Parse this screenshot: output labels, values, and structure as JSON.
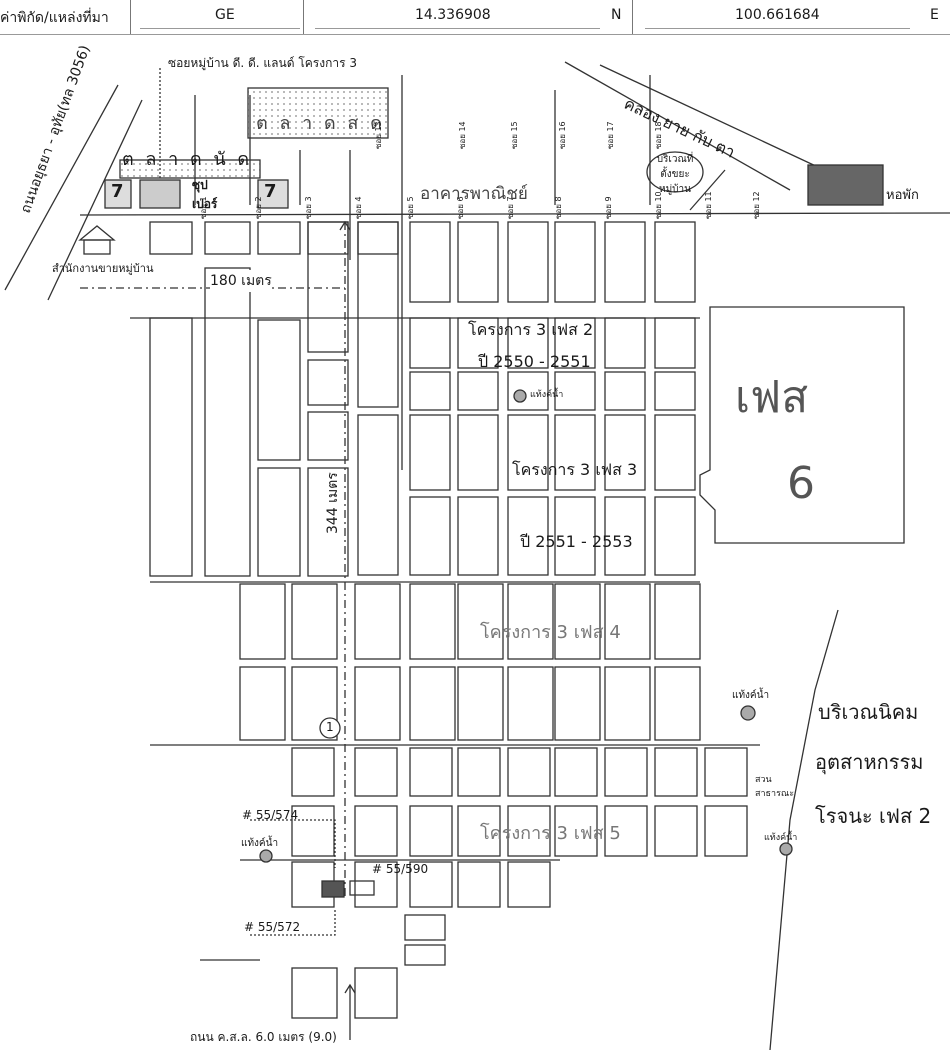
{
  "header": {
    "coord_label": "ค่าพิกัด/แหล่งที่มา",
    "source": "GE",
    "lat_value": "14.336908",
    "lat_dir": "N",
    "lon_value": "100.661684",
    "lon_dir": "E"
  },
  "map": {
    "soi_village_label": "ซอยหมู่บ้าน ดี. ดี. แลนด์ โครงการ 3",
    "highway_label": "ถนนอยุธยา - อุทัย(ทล 3056)",
    "fresh_market_label": "ต ล า ด ส ด",
    "flea_market_label": "ต ล า ด นั ด",
    "canal_label": "คลอง ยาย กับ ตา",
    "dorm_label": "หอพัก",
    "garbage_area_label": "บริเวณที่ตั้งขยะหมู่บ้าน",
    "commercial_label": "อาคารพาณิชย์",
    "sales_office_label": "สำนักงานขายหมู่บ้าน",
    "seven_eleven_label": "7",
    "super_label": "ซุป เปอร์",
    "dist_180_label": "180 เมตร",
    "dist_344_label": "344 เมตร",
    "phase2_name": "โครงการ 3 เฟส 2",
    "phase2_years": "ปี 2550 - 2551",
    "phase3_name": "โครงการ 3 เฟส 3",
    "phase3_years": "ปี 2551 - 2553",
    "phase4_name": "โครงการ 3 เฟส 4",
    "phase5_name": "โครงการ 3 เฟส 5",
    "phase6_label": "เฟส",
    "phase6_number": "6",
    "water_tank_label": "แท้งค์น้ำ",
    "park_label": "สวน สาธารณะ",
    "industrial_label_1": "บริเวณนิคม",
    "industrial_label_2": "อุตสาหกรรม",
    "industrial_label_3": "โรจนะ เฟส 2",
    "house_574": "# 55/574",
    "house_590": "# 55/590",
    "house_572": "# 55/572",
    "road_bottom_label": "ถนน ค.ส.ล. 6.0 เมตร (9.0)",
    "marker_number": "1",
    "soi_labels": [
      "ซอย 1",
      "ซอย 2",
      "ซอย 3",
      "ซอย 4",
      "ซอย 5",
      "ซอย 6",
      "ซอย 7",
      "ซอย 8",
      "ซอย 9",
      "ซอย 10",
      "ซอย 11",
      "ซอย 12",
      "ซอย 13",
      "ซอย 14",
      "ซอย 15",
      "ซอย 16",
      "ซอย 17",
      "ซอย 18"
    ]
  },
  "colors": {
    "line": "#333333",
    "phase_faded": "#7a7a7a",
    "market_dot": "#888888"
  }
}
